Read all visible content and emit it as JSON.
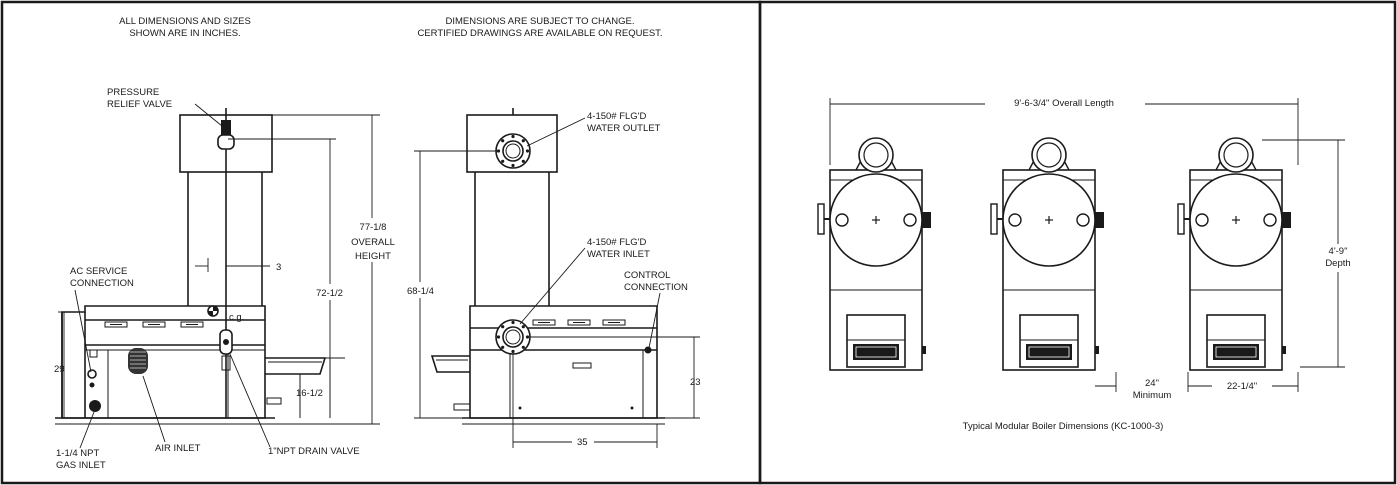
{
  "left_panel": {
    "notes": {
      "dims_in_inches": [
        "ALL DIMENSIONS AND SIZES",
        "SHOWN ARE IN INCHES."
      ],
      "subject_to_change": [
        "DIMENSIONS ARE SUBJECT TO CHANGE.",
        "CERTIFIED DRAWINGS ARE AVAILABLE ON REQUEST."
      ]
    },
    "side_view": {
      "pressure_relief_valve": [
        "PRESSURE",
        "RELIEF VALVE"
      ],
      "ac_service_connection": [
        "AC SERVICE",
        "CONNECTION"
      ],
      "gas_inlet": [
        "1-1/4 NPT",
        "GAS INLET"
      ],
      "air_inlet": "AIR INLET",
      "drain_valve": "1\"NPT DRAIN VALVE",
      "cg": "c.g.",
      "dim_3": "3",
      "dim_29": "29",
      "dim_16_half": "16-1/2",
      "dim_72_half": "72-1/2",
      "overall_height": [
        "77-1/8",
        "OVERALL",
        "HEIGHT"
      ]
    },
    "front_view": {
      "water_outlet": [
        "4-150# FLG'D",
        "WATER OUTLET"
      ],
      "water_inlet": [
        "4-150# FLG'D",
        "WATER INLET"
      ],
      "control_connection": [
        "CONTROL",
        "CONNECTION"
      ],
      "dim_68_quarter": "68-1/4",
      "dim_23": "23",
      "dim_35": "35"
    }
  },
  "right_panel": {
    "overall_length": "9'-6-3/4\" Overall Length",
    "depth": [
      "4'-9\"",
      "Depth"
    ],
    "minimum_gap": [
      "24\"",
      "Minimum"
    ],
    "unit_width": "22-1/4\"",
    "caption": "Typical Modular Boiler Dimensions (KC-1000-3)",
    "unit_count": 3
  }
}
